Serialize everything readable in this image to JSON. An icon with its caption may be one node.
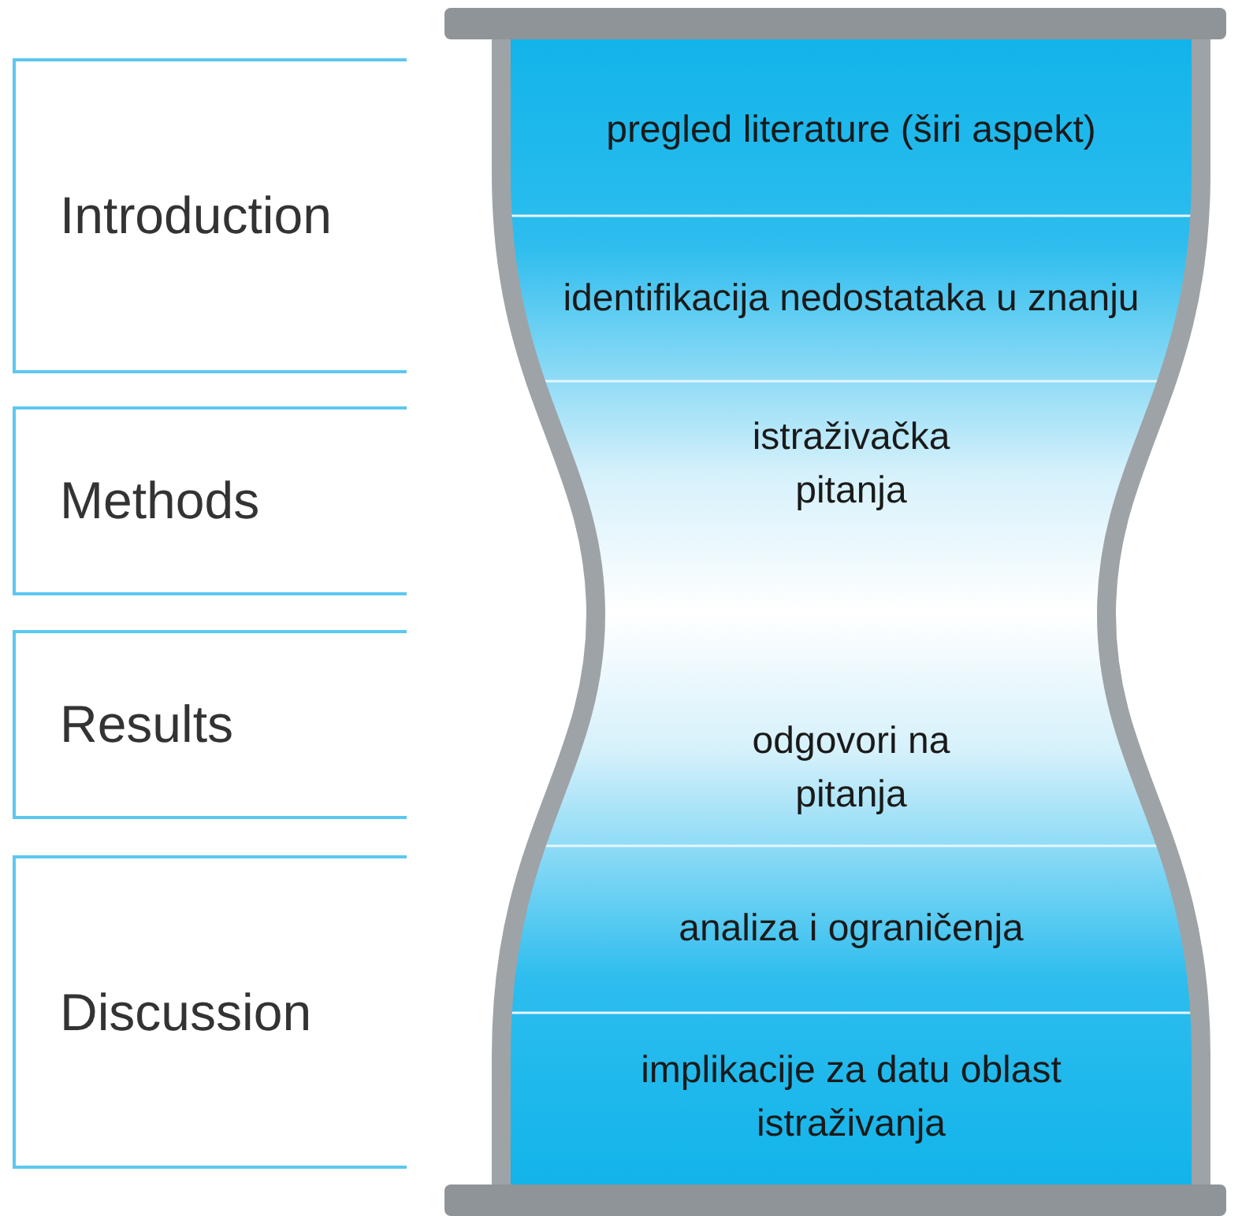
{
  "diagram": {
    "nodes": [
      {
        "text": [
          "Introduction"
        ]
      },
      {
        "text": [
          "Methods"
        ]
      },
      {
        "text": [
          "Results"
        ]
      },
      {
        "text": [
          "Discussion"
        ]
      },
      {
        "text": [
          "pregled literature (širi aspekt)"
        ]
      },
      {
        "text": [
          "identifikacija nedostataka u znanju"
        ]
      },
      {
        "text": [
          "istraživačka pitanja"
        ]
      },
      {
        "text": [
          "odgovori na pitanja"
        ]
      },
      {
        "text": [
          "analiza i ograničenja"
        ]
      },
      {
        "text": [
          "implikacije za datu oblast istraživanja"
        ]
      }
    ]
  }
}
